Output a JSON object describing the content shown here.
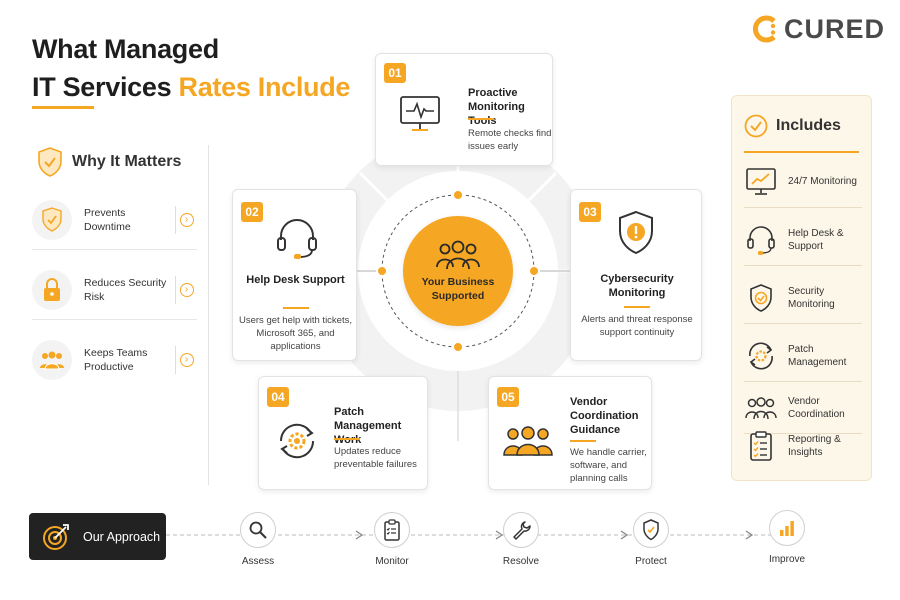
{
  "title": {
    "line1": "What Managed",
    "line2_plain": "IT Services ",
    "line2_accent": "Rates Include"
  },
  "logo": {
    "text": "CURED"
  },
  "colors": {
    "accent": "#f5a623",
    "dark": "#222222"
  },
  "why": {
    "title": "Why It Matters",
    "items": [
      {
        "label": "Prevents Downtime",
        "icon": "shield-check-icon"
      },
      {
        "label": "Reduces Security Risk",
        "icon": "padlock-icon"
      },
      {
        "label": "Keeps Teams Productive",
        "icon": "team-icon"
      }
    ]
  },
  "center": {
    "label": "Your Business Supported",
    "icon": "group-icon"
  },
  "cards": [
    {
      "num": "01",
      "title": "Proactive Monitoring Tools",
      "desc": "Remote checks find issues early",
      "icon": "monitor-pulse-icon"
    },
    {
      "num": "02",
      "title": "Help Desk Support",
      "desc": "Users get help with tickets, Microsoft 365, and applications",
      "icon": "headset-icon"
    },
    {
      "num": "03",
      "title": "Cybersecurity Monitoring",
      "desc": "Alerts and threat response support continuity",
      "icon": "shield-alert-icon"
    },
    {
      "num": "04",
      "title": "Patch Management Work",
      "desc": "Updates reduce preventable failures",
      "icon": "gear-cycle-icon"
    },
    {
      "num": "05",
      "title": "Vendor Coordination Guidance",
      "desc": "We handle carrier, software, and planning calls",
      "icon": "team-icon"
    }
  ],
  "includes": {
    "title": "Includes",
    "items": [
      {
        "label": "24/7 Monitoring",
        "icon": "monitor-chart-icon"
      },
      {
        "label": "Help Desk & Support",
        "icon": "headset-icon"
      },
      {
        "label": "Security Monitoring",
        "icon": "shield-check-icon"
      },
      {
        "label": "Patch Management",
        "icon": "gear-cycle-icon"
      },
      {
        "label": "Vendor Coordination",
        "icon": "team-icon"
      },
      {
        "label": "Reporting & Insights",
        "icon": "clipboard-icon"
      }
    ]
  },
  "approach": {
    "label": "Our Approach",
    "steps": [
      {
        "label": "Assess",
        "icon": "magnifier-icon"
      },
      {
        "label": "Monitor",
        "icon": "clipboard-icon"
      },
      {
        "label": "Resolve",
        "icon": "wrench-icon"
      },
      {
        "label": "Protect",
        "icon": "shield-check-icon"
      },
      {
        "label": "Improve",
        "icon": "bar-chart-icon"
      }
    ]
  }
}
